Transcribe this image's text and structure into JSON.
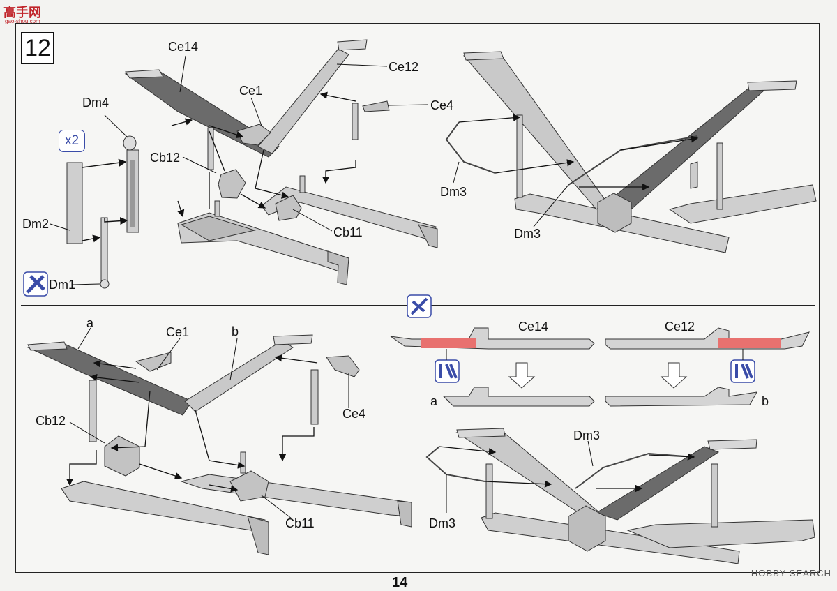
{
  "watermark_top_left": "高手网",
  "watermark_top_left_small": "gao-shou.com",
  "watermark_bottom_right": "HOBBY SEARCH",
  "page_number": "14",
  "step": "12",
  "multiplier": "x2",
  "top_labels": {
    "ce14": "Ce14",
    "ce12": "Ce12",
    "ce1": "Ce1",
    "ce4": "Ce4",
    "dm4": "Dm4",
    "cb12": "Cb12",
    "dm2": "Dm2",
    "dm1": "Dm1",
    "cb11": "Cb11",
    "dm3_a": "Dm3",
    "dm3_b": "Dm3"
  },
  "bottom_labels": {
    "a": "a",
    "b": "b",
    "ce1": "Ce1",
    "cb12": "Cb12",
    "ce4": "Ce4",
    "cb11": "Cb11",
    "ce14": "Ce14",
    "ce12": "Ce12",
    "a2": "a",
    "b2": "b",
    "dm3_a": "Dm3",
    "dm3_b": "Dm3"
  },
  "colors": {
    "part_fill": "#c9c9c7",
    "part_stroke": "#333333",
    "dark_part": "#6b6b6b",
    "cut_mark": "#e8716f",
    "icon_blue": "#3a4ca8"
  }
}
